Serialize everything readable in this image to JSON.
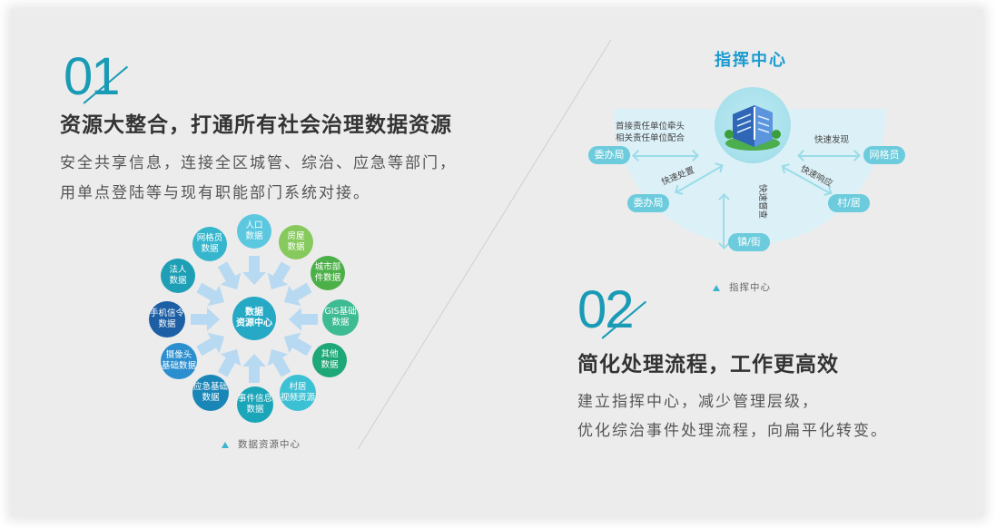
{
  "section1": {
    "number": "01",
    "title": "资源大整合，打通所有社会治理数据资源",
    "desc_lines": [
      "安全共享信息，连接全区城管、综治、应急等部门，",
      "用单点登陆等与现有职能部门系统对接。"
    ],
    "diagram": {
      "center": "数据\n资源中心",
      "nodes": [
        {
          "label": "人口\n数据",
          "color": "#5cc8df"
        },
        {
          "label": "房屋\n数据",
          "color": "#86c95c"
        },
        {
          "label": "城市部\n件数据",
          "color": "#4cb048"
        },
        {
          "label": "GIS基础\n数据",
          "color": "#3dbb93"
        },
        {
          "label": "其他\n数据",
          "color": "#1ea777"
        },
        {
          "label": "村居\n视频资源",
          "color": "#3cc1d4"
        },
        {
          "label": "事件信息\n数据",
          "color": "#1aa5b8"
        },
        {
          "label": "应急基础\n数据",
          "color": "#1a86b8"
        },
        {
          "label": "摄像头\n基础数据",
          "color": "#2a8ecf"
        },
        {
          "label": "手机信令\n数据",
          "color": "#1c5fa5"
        },
        {
          "label": "法人\n数据",
          "color": "#1e9fb5"
        },
        {
          "label": "网格员\n数据",
          "color": "#36b6cd"
        }
      ],
      "center_color": "#26a9c4",
      "arrow_color": "#b8d9f2",
      "caption": "数据资源中心"
    }
  },
  "section2": {
    "number": "02",
    "title": "简化处理流程，工作更高效",
    "desc_lines": [
      "建立指挥中心，减少管理层级，",
      "优化综治事件处理流程，向扁平化转变。"
    ],
    "diagram": {
      "title": "指挥中心",
      "note_lines": [
        "首接责任单位牵头",
        "相关责任单位配合"
      ],
      "pills": {
        "left_top": "委办局",
        "left_bottom": "委办局",
        "bottom": "镇/街",
        "right_top": "网格员",
        "right_bottom": "村/居"
      },
      "arrow_labels": {
        "discover": "快速发现",
        "dispose": "快速处置",
        "respond": "快速响应",
        "supervise": "快速督查"
      },
      "caption": "指挥中心"
    }
  },
  "colors": {
    "accent": "#1a9bb5",
    "title_blue": "#1a9bd0",
    "pill": "#6ccbdc",
    "fan": "#dcf0f7"
  }
}
